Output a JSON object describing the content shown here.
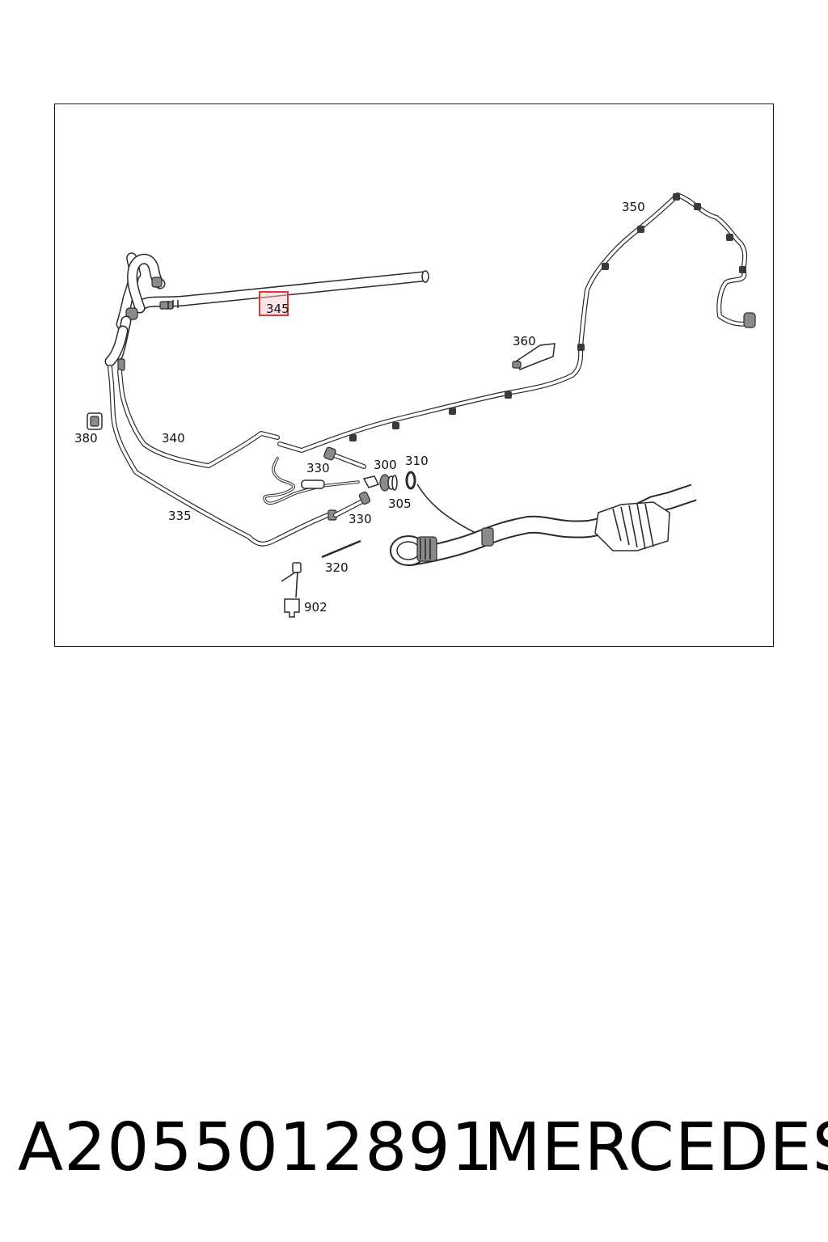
{
  "diagram": {
    "callouts": [
      {
        "id": "c345",
        "label": "345",
        "highlighted": true
      },
      {
        "id": "c350",
        "label": "350"
      },
      {
        "id": "c360",
        "label": "360"
      },
      {
        "id": "c380",
        "label": "380"
      },
      {
        "id": "c340",
        "label": "340"
      },
      {
        "id": "c330a",
        "label": "330"
      },
      {
        "id": "c300",
        "label": "300"
      },
      {
        "id": "c310",
        "label": "310"
      },
      {
        "id": "c305",
        "label": "305"
      },
      {
        "id": "c335",
        "label": "335"
      },
      {
        "id": "c330b",
        "label": "330"
      },
      {
        "id": "c320",
        "label": "320"
      },
      {
        "id": "c902",
        "label": "902"
      }
    ],
    "highlight_color": "#e8333a"
  },
  "footer": {
    "part_number": "A2055012891",
    "brand": "MERCEDES"
  }
}
